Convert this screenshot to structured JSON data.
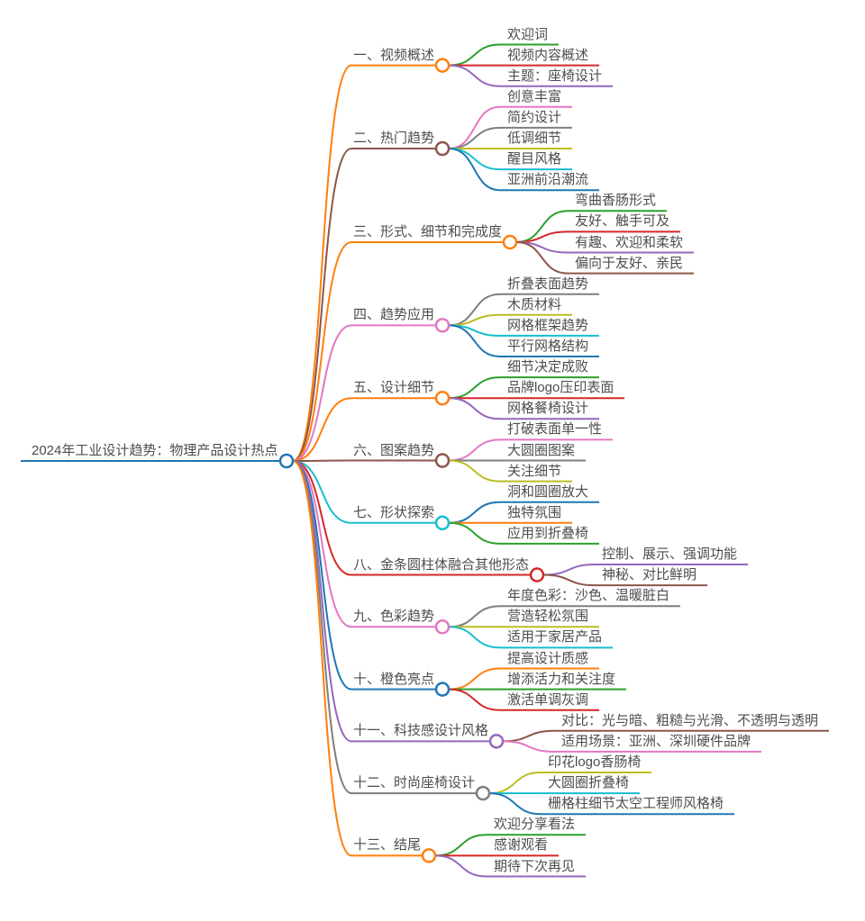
{
  "title": "2024年工业设计趋势：物理产品设计热点",
  "colors": {
    "palette": [
      "#1f77b4",
      "#ff7f0e",
      "#2ca02c",
      "#d62728",
      "#9467bd",
      "#8c564b",
      "#e377c2",
      "#7f7f7f",
      "#bcbd22",
      "#17becf"
    ],
    "text": "#4d4d4d",
    "background": "#ffffff",
    "circle_fill": "#ffffff"
  },
  "root": {
    "label": "2024年工业设计趋势：物理产品设计热点",
    "children": [
      {
        "label": "一、视频概述",
        "children": [
          {
            "label": "欢迎词"
          },
          {
            "label": "视频内容概述"
          },
          {
            "label": "主题：座椅设计"
          }
        ]
      },
      {
        "label": "二、热门趋势",
        "children": [
          {
            "label": "创意丰富"
          },
          {
            "label": "简约设计"
          },
          {
            "label": "低调细节"
          },
          {
            "label": "醒目风格"
          },
          {
            "label": "亚洲前沿潮流"
          }
        ]
      },
      {
        "label": "三、形式、细节和完成度",
        "children": [
          {
            "label": "弯曲香肠形式"
          },
          {
            "label": "友好、触手可及"
          },
          {
            "label": "有趣、欢迎和柔软"
          },
          {
            "label": "偏向于友好、亲民"
          }
        ]
      },
      {
        "label": "四、趋势应用",
        "children": [
          {
            "label": "折叠表面趋势"
          },
          {
            "label": "木质材料"
          },
          {
            "label": "网格框架趋势"
          },
          {
            "label": "平行网格结构"
          }
        ]
      },
      {
        "label": "五、设计细节",
        "children": [
          {
            "label": "细节决定成败"
          },
          {
            "label": "品牌logo压印表面"
          },
          {
            "label": "网格餐椅设计"
          }
        ]
      },
      {
        "label": "六、图案趋势",
        "children": [
          {
            "label": "打破表面单一性"
          },
          {
            "label": "大圆圈图案"
          },
          {
            "label": "关注细节"
          }
        ]
      },
      {
        "label": "七、形状探索",
        "children": [
          {
            "label": "洞和圆圈放大"
          },
          {
            "label": "独特氛围"
          },
          {
            "label": "应用到折叠椅"
          }
        ]
      },
      {
        "label": "八、金条圆柱体融合其他形态",
        "children": [
          {
            "label": "控制、展示、强调功能"
          },
          {
            "label": "神秘、对比鲜明"
          }
        ]
      },
      {
        "label": "九、色彩趋势",
        "children": [
          {
            "label": "年度色彩：沙色、温暖脏白"
          },
          {
            "label": "营造轻松氛围"
          },
          {
            "label": "适用于家居产品"
          }
        ]
      },
      {
        "label": "十、橙色亮点",
        "children": [
          {
            "label": "提高设计质感"
          },
          {
            "label": "增添活力和关注度"
          },
          {
            "label": "激活单调灰调"
          }
        ]
      },
      {
        "label": "十一、科技感设计风格",
        "children": [
          {
            "label": "对比：光与暗、粗糙与光滑、不透明与透明"
          },
          {
            "label": "适用场景：亚洲、深圳硬件品牌"
          }
        ]
      },
      {
        "label": "十二、时尚座椅设计",
        "children": [
          {
            "label": "印花logo香肠椅"
          },
          {
            "label": "大圆圈折叠椅"
          },
          {
            "label": "栅格柱细节太空工程师风格椅"
          }
        ]
      },
      {
        "label": "十三、结尾",
        "children": [
          {
            "label": "欢迎分享看法"
          },
          {
            "label": "感谢观看"
          },
          {
            "label": "期待下次再见"
          }
        ]
      }
    ]
  }
}
